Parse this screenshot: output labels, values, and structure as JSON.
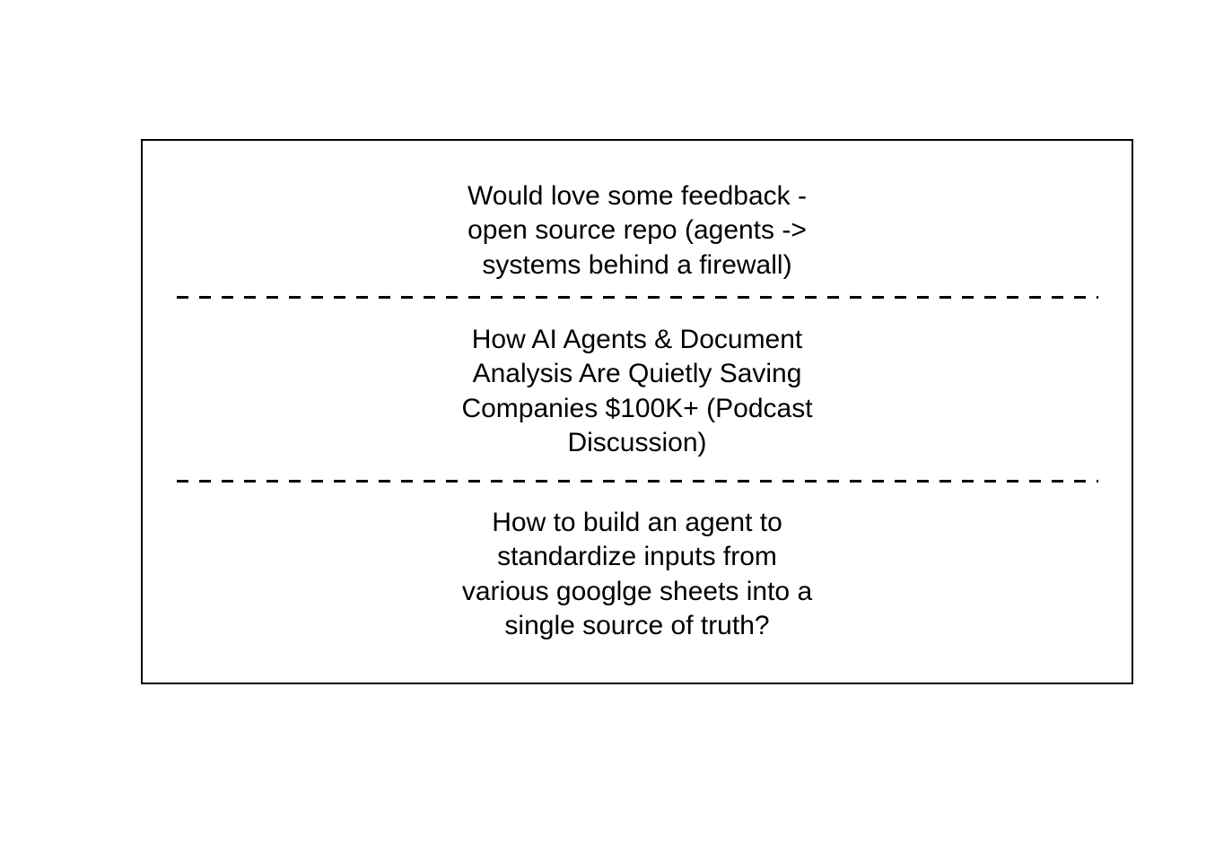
{
  "colors": {
    "bg": "#ffffff",
    "line": "#000000",
    "text": "#000000"
  },
  "list": {
    "divider_style": "dashed",
    "items": [
      {
        "title_lines": [
          "Would love some feedback -",
          "open source repo (agents ->",
          "systems behind a firewall)"
        ]
      },
      {
        "title_lines": [
          "How AI Agents & Document",
          "Analysis Are Quietly Saving",
          "Companies $100K+ (Podcast",
          "Discussion)"
        ]
      },
      {
        "title_lines": [
          "How to build an agent to",
          "standardize inputs from",
          "various googlge sheets into a",
          "single source of truth?"
        ]
      }
    ]
  }
}
